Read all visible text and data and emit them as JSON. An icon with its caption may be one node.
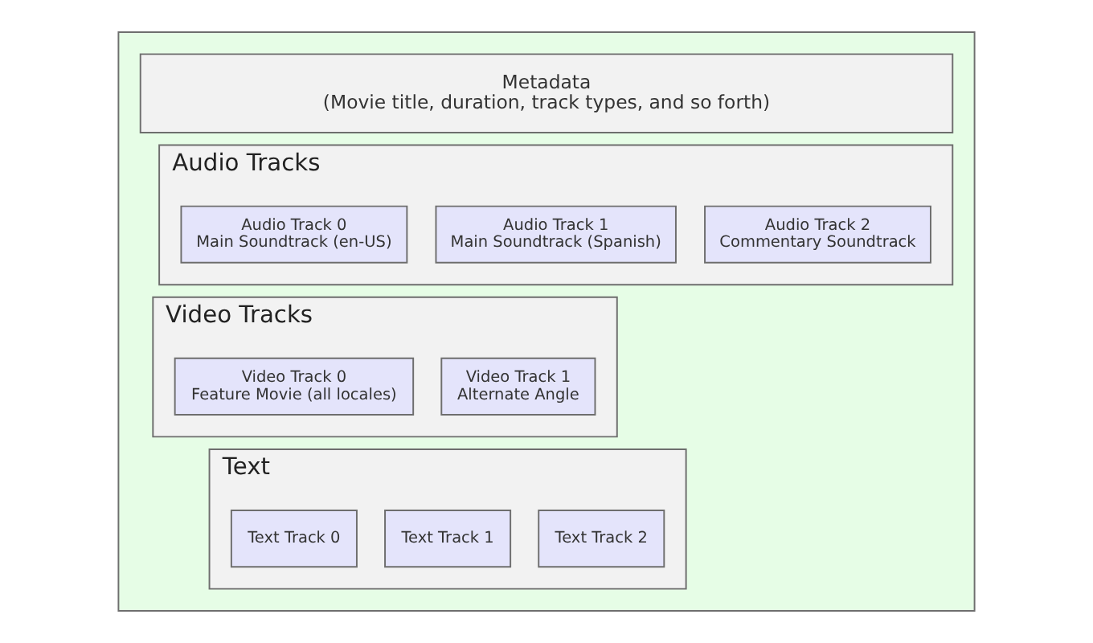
{
  "diagram": {
    "nodes": [
      {
        "text": [],
        "shape": "box"
      },
      {
        "text": [
          "Metadata",
          "(Movie title, duration, track types, and so forth)"
        ],
        "in": 0
      },
      {
        "text": [
          "Audio Tracks"
        ],
        "in": 0
      },
      {
        "text": [
          "Audio Track 0",
          "Main Soundtrack (en-US)"
        ],
        "in": 2
      },
      {
        "text": [
          "Audio Track 1",
          "Main Soundtrack (Spanish)"
        ],
        "in": 2
      },
      {
        "text": [
          "Audio Track 2",
          "Commentary Soundtrack"
        ],
        "in": 2
      },
      {
        "text": [
          "Video Tracks"
        ],
        "in": 0
      },
      {
        "text": [
          "Video Track 0",
          "Feature Movie (all locales)"
        ],
        "in": 6
      },
      {
        "text": [
          "Video Track 1",
          "Alternate Angle"
        ],
        "in": 6
      },
      {
        "text": [
          "Text"
        ],
        "in": 0
      },
      {
        "text": [
          "Text Track 0"
        ],
        "in": 9
      },
      {
        "text": [
          "Text Track 1"
        ],
        "in": 9
      },
      {
        "text": [
          "Text Track 2"
        ],
        "in": 9
      }
    ]
  }
}
